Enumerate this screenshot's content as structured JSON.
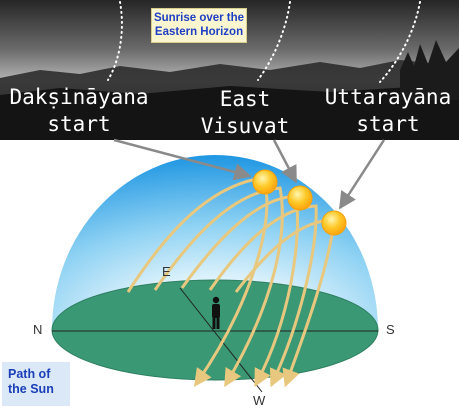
{
  "photo": {
    "caption": "Sunrise over the Eastern Horizon"
  },
  "labels": {
    "dakshinayana": [
      "Dakṣināyana",
      "start"
    ],
    "east": [
      "East",
      "Visuvat"
    ],
    "uttarayana": [
      "Uttarayāna",
      "start"
    ]
  },
  "compass": {
    "north": "N",
    "south": "S",
    "east": "E",
    "west": "W"
  },
  "path_label": "Path of the Sun",
  "colors": {
    "sky_top": "#2a9fe6",
    "sky_bottom": "#d9f1fb",
    "ground": "#3a9874",
    "sun_path": "#e8c87e",
    "sun": "#ffbf1c",
    "arrow": "#8a8a8a",
    "label_text": "#1f3fc4"
  },
  "icons": [
    "sun-icon",
    "person-icon"
  ]
}
